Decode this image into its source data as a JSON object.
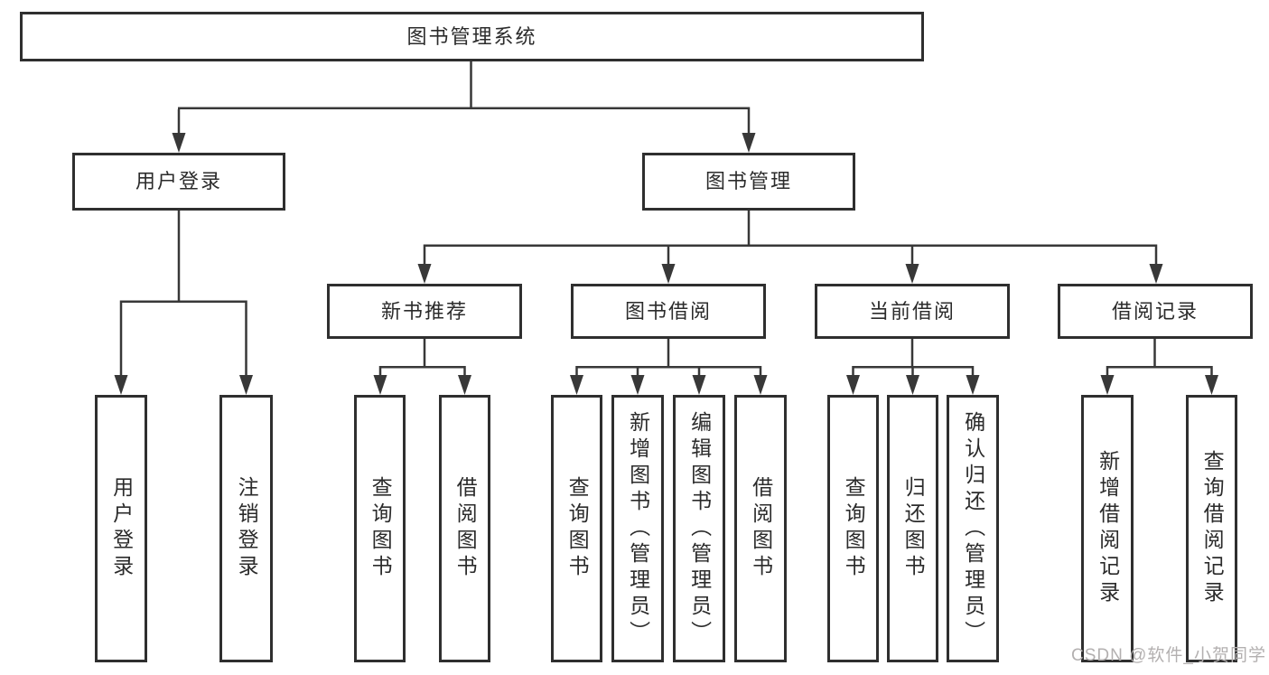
{
  "diagram": {
    "type": "tree",
    "tree": {
      "label": "图书管理系统",
      "children": [
        {
          "label": "用户登录",
          "children": [
            {
              "label": "用户登录"
            },
            {
              "label": "注销登录"
            }
          ]
        },
        {
          "label": "图书管理",
          "children": [
            {
              "label": "新书推荐",
              "children": [
                {
                  "label": "查询图书"
                },
                {
                  "label": "借阅图书"
                }
              ]
            },
            {
              "label": "图书借阅",
              "children": [
                {
                  "label": "查询图书"
                },
                {
                  "label": "新增图书（管理员）"
                },
                {
                  "label": "编辑图书（管理员）"
                },
                {
                  "label": "借阅图书"
                }
              ]
            },
            {
              "label": "当前借阅",
              "children": [
                {
                  "label": "查询图书"
                },
                {
                  "label": "归还图书"
                },
                {
                  "label": "确认归还（管理员）"
                }
              ]
            },
            {
              "label": "借阅记录",
              "children": [
                {
                  "label": "新增借阅记录"
                },
                {
                  "label": "查询借阅记录"
                }
              ]
            }
          ]
        }
      ]
    },
    "colors": {
      "line": "#383838",
      "box_border": "#2f2f2f",
      "box_background": "#ffffff",
      "page_background": "#ffffff",
      "text": "#2b2b2b",
      "watermark": "#b3b0b0"
    }
  },
  "watermark": {
    "text": "CSDN @软件_小贺同学"
  }
}
